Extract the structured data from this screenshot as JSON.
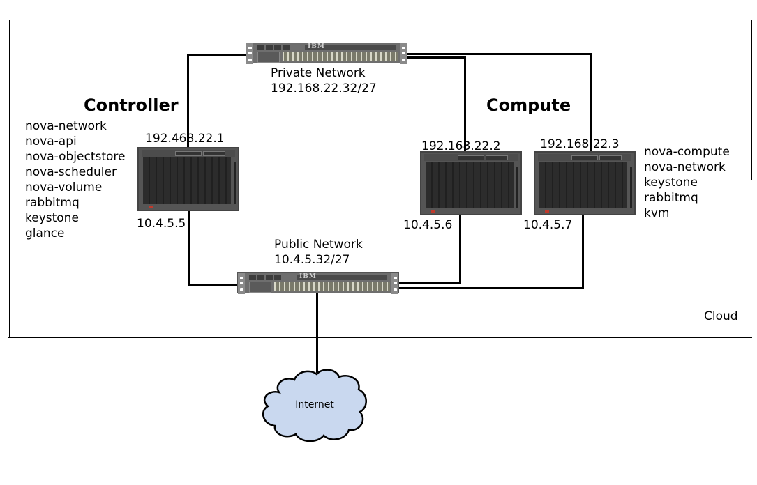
{
  "diagram": {
    "container_label": "Cloud",
    "switches": {
      "private": {
        "name": "Private Network",
        "subnet": "192.168.22.32/27",
        "brand": "IBM"
      },
      "public": {
        "name": "Public Network",
        "subnet": "10.4.5.32/27",
        "brand": "IBM"
      }
    },
    "groups": {
      "controller": "Controller",
      "compute": "Compute"
    },
    "nodes": [
      {
        "role": "controller",
        "private_ip": "192.468.22.1",
        "public_ip": "10.4.5.5",
        "services": [
          "nova-network",
          "nova-api",
          "nova-objectstore",
          "nova-scheduler",
          "nova-volume",
          "rabbitmq",
          "keystone",
          "glance"
        ]
      },
      {
        "role": "compute",
        "private_ip": "192.168.22.2",
        "public_ip": "10.4.5.6",
        "services": []
      },
      {
        "role": "compute",
        "private_ip": "192.168.22.3",
        "public_ip": "10.4.5.7",
        "services": [
          "nova-compute",
          "nova-network",
          "keystone",
          "rabbitmq",
          "kvm"
        ]
      }
    ],
    "internet": {
      "label": "Internet",
      "fill": "#c9d8ef"
    }
  }
}
